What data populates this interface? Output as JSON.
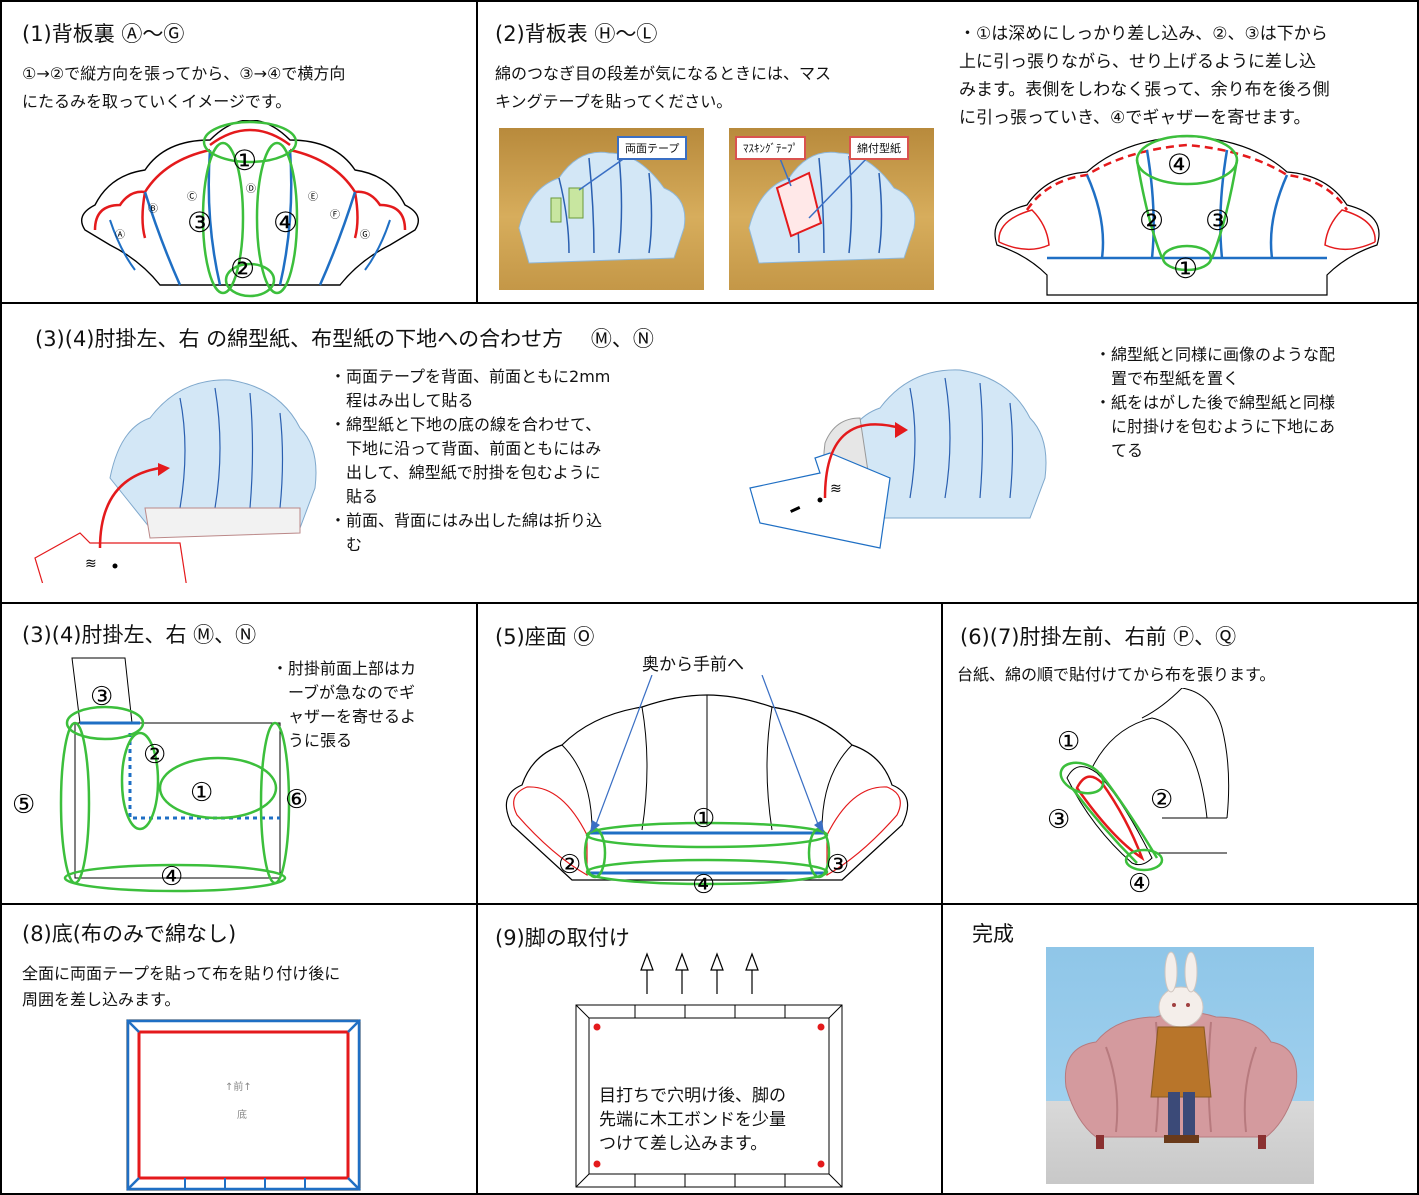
{
  "cells": {
    "c1": {
      "title": "(1)背板裏 Ⓐ〜Ⓖ",
      "lines": [
        "①→②で縦方向を張ってから、③→④で横方向",
        "にたるみを取っていくイメージです。"
      ],
      "nums": [
        "①",
        "②",
        "③",
        "④"
      ],
      "letters": [
        "Ⓐ",
        "Ⓑ",
        "Ⓒ",
        "Ⓓ",
        "Ⓔ",
        "Ⓕ",
        "Ⓖ"
      ]
    },
    "c2": {
      "title": "(2)背板表 Ⓗ〜Ⓛ",
      "lines": [
        "綿のつなぎ目の段差が気になるときには、マス",
        "キングテープを貼ってください。"
      ],
      "tag_double_tape": "両面テープ",
      "tag_masking": "ﾏｽｷﾝｸﾞﾃｰﾌﾟ",
      "tag_cotton_pattern": "綿付型紙"
    },
    "c3": {
      "lines": [
        "・①は深めにしっかり差し込み、②、③は下から",
        "上に引っ張りながら、せり上げるように差し込",
        "みます。表側をしわなく張って、余り布を後ろ側",
        "に引っ張っていき、④でギャザーを寄せます。"
      ],
      "nums": [
        "①",
        "②",
        "③",
        "④"
      ]
    },
    "c4": {
      "title": "(3)(4)肘掛左、右 の綿型紙、布型紙の下地への合わせ方　 Ⓜ、Ⓝ",
      "mid_lines": [
        "・両面テープを背面、前面ともに2mm",
        "　程はみ出して貼る",
        "・綿型紙と下地の底の線を合わせて、",
        "　下地に沿って背面、前面ともにはみ",
        "　出して、綿型紙で肘掛を包むように",
        "　貼る",
        "・前面、背面にはみ出した綿は折り込",
        "　む"
      ],
      "right_lines": [
        "・綿型紙と同様に画像のような配",
        "　置で布型紙を置く",
        "・紙をはがした後で綿型紙と同様",
        "　に肘掛けを包むように下地にあ",
        "　てる"
      ]
    },
    "c5": {
      "title": "(3)(4)肘掛左、右 Ⓜ、Ⓝ",
      "lines": [
        "・肘掛前面上部はカ",
        "　ーブが急なのでギ",
        "　ャザーを寄せるよ",
        "　うに張る"
      ],
      "nums": [
        "①",
        "②",
        "③",
        "④",
        "⑤",
        "⑥"
      ]
    },
    "c6": {
      "title": "(5)座面 Ⓞ",
      "callout": "奥から手前へ",
      "nums": [
        "①",
        "②",
        "③",
        "④"
      ]
    },
    "c7": {
      "title": "(6)(7)肘掛左前、右前 Ⓟ、Ⓠ",
      "line": "台紙、綿の順で貼付けてから布を張ります。",
      "nums": [
        "①",
        "②",
        "③",
        "④"
      ]
    },
    "c8": {
      "title": "(8)底(布のみで綿なし)",
      "lines": [
        "全面に両面テープを貼って布を貼り付け後に",
        "周囲を差し込みます。"
      ],
      "front_label": "↑前↑",
      "bottom_label": "底"
    },
    "c9": {
      "title": "(9)脚の取付け",
      "lines": [
        "目打ちで穴明け後、脚の",
        "先端に木工ボンドを少量",
        "つけて差し込みます。"
      ]
    },
    "c10": {
      "title": "完成"
    }
  },
  "colors": {
    "red": "#e41a1c",
    "blue": "#1f6fc4",
    "green": "#3cbf3c",
    "border": "#000000"
  }
}
